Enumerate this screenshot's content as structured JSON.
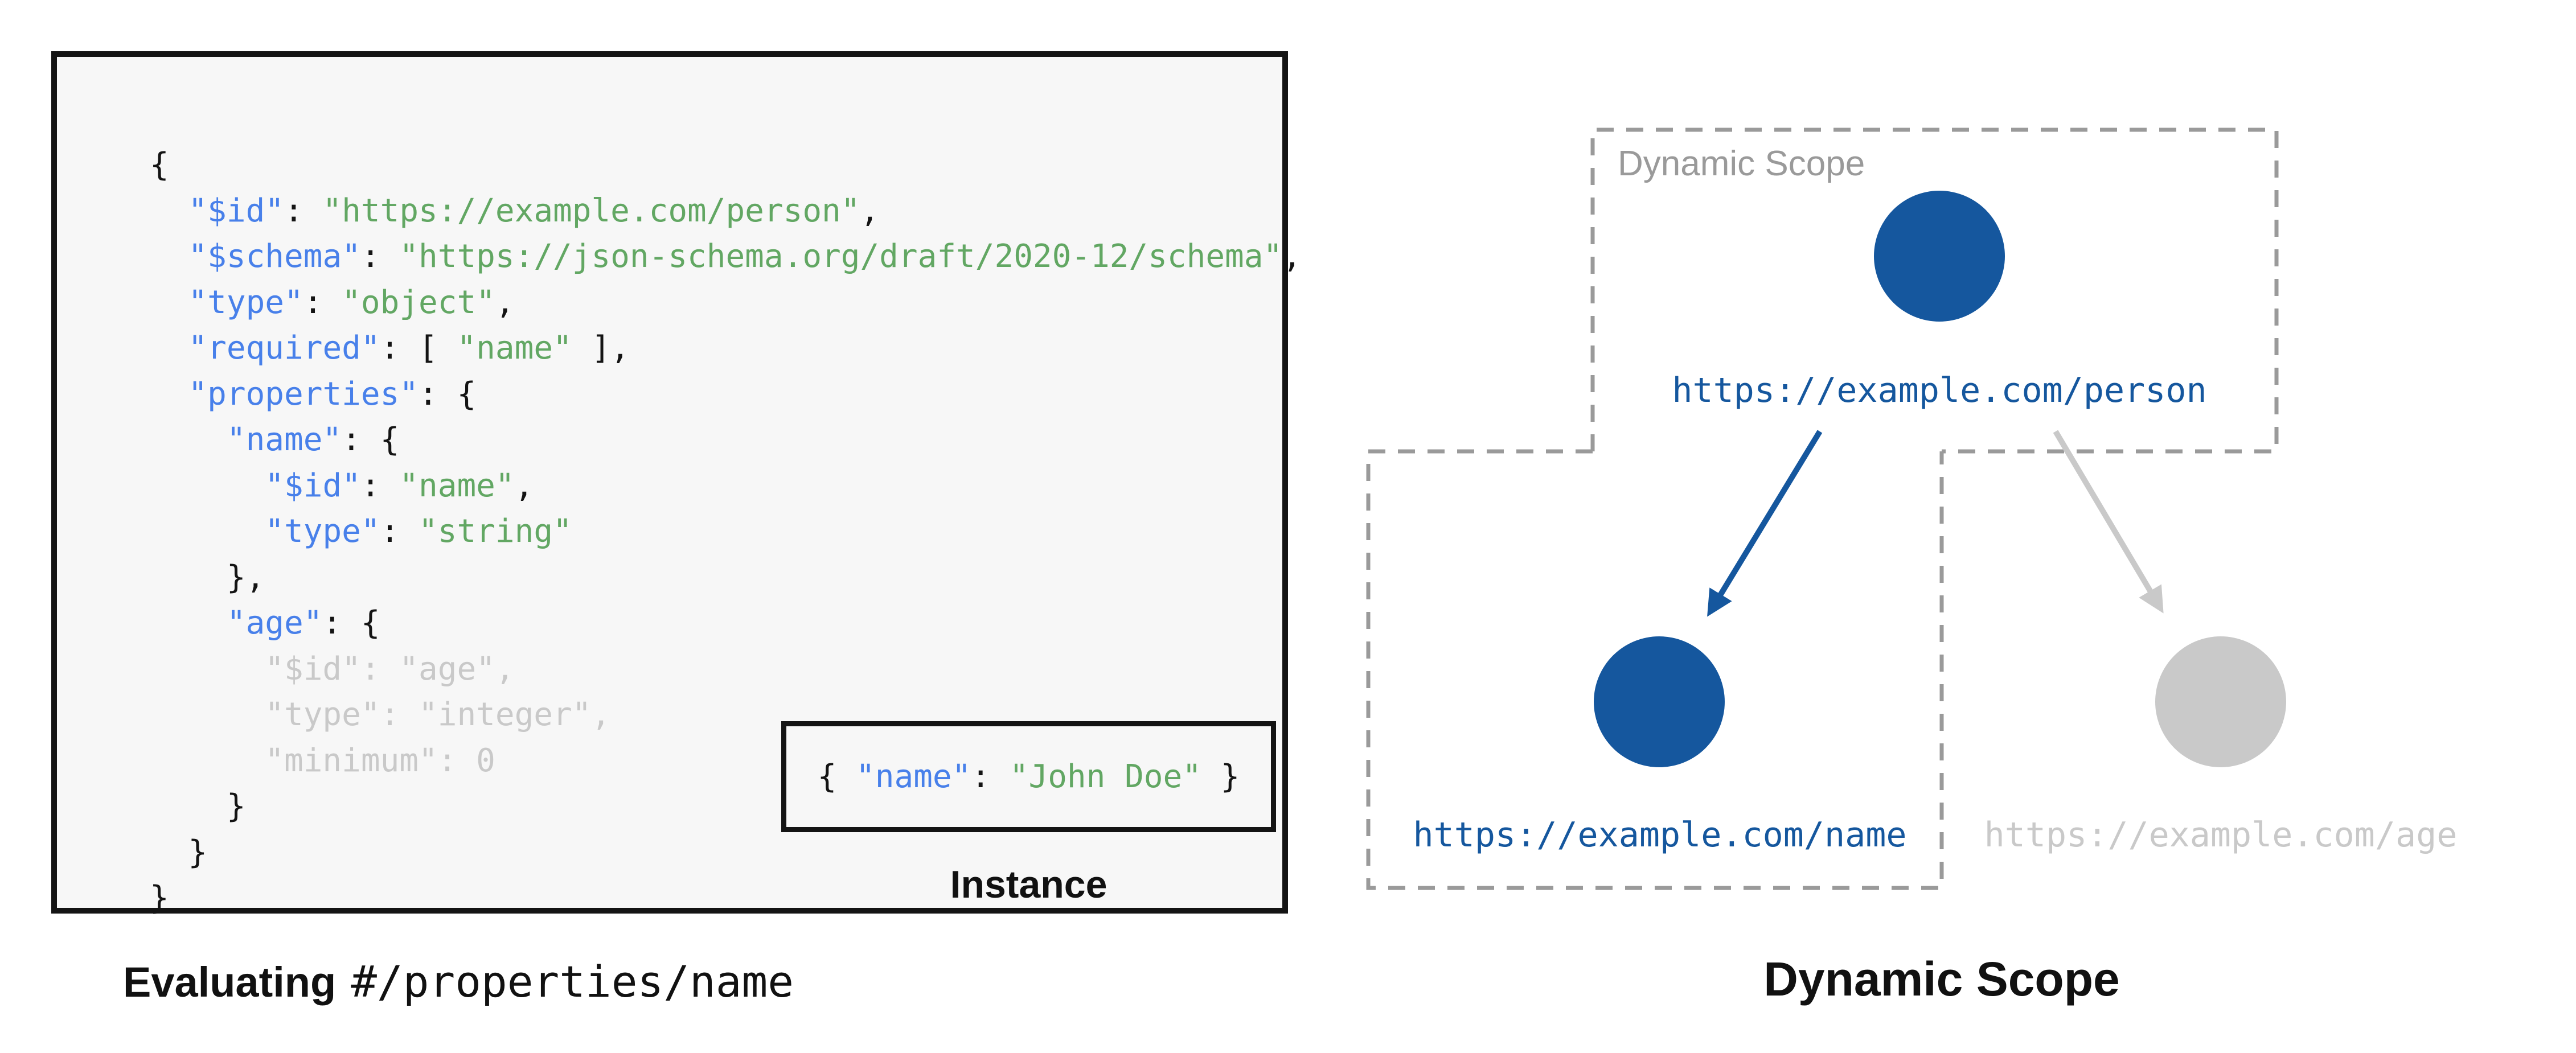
{
  "colors": {
    "panel_bg": "#f7f7f7",
    "code_plain": "#141414",
    "code_key_blue": "#4880ea",
    "code_string_green": "#62a763",
    "code_dim_gray": "#c9c9c9",
    "node_active_blue": "#15579e",
    "node_inactive_gray": "#c9c9c9",
    "dashed_border_gray": "#9a9a9a"
  },
  "schema_panel": {
    "code_lines": [
      [
        {
          "c": "plain",
          "t": "{"
        }
      ],
      [
        {
          "c": "plain",
          "t": "  "
        },
        {
          "c": "key",
          "t": "\"$id\""
        },
        {
          "c": "plain",
          "t": ": "
        },
        {
          "c": "str",
          "t": "\"https://example.com/person\""
        },
        {
          "c": "plain",
          "t": ","
        }
      ],
      [
        {
          "c": "plain",
          "t": "  "
        },
        {
          "c": "key",
          "t": "\"$schema\""
        },
        {
          "c": "plain",
          "t": ": "
        },
        {
          "c": "str",
          "t": "\"https://json-schema.org/draft/2020-12/schema\""
        },
        {
          "c": "plain",
          "t": ","
        }
      ],
      [
        {
          "c": "plain",
          "t": "  "
        },
        {
          "c": "key",
          "t": "\"type\""
        },
        {
          "c": "plain",
          "t": ": "
        },
        {
          "c": "str",
          "t": "\"object\""
        },
        {
          "c": "plain",
          "t": ","
        }
      ],
      [
        {
          "c": "plain",
          "t": "  "
        },
        {
          "c": "key",
          "t": "\"required\""
        },
        {
          "c": "plain",
          "t": ": [ "
        },
        {
          "c": "str",
          "t": "\"name\""
        },
        {
          "c": "plain",
          "t": " ],"
        }
      ],
      [
        {
          "c": "plain",
          "t": "  "
        },
        {
          "c": "key",
          "t": "\"properties\""
        },
        {
          "c": "plain",
          "t": ": {"
        }
      ],
      [
        {
          "c": "plain",
          "t": "    "
        },
        {
          "c": "key",
          "t": "\"name\""
        },
        {
          "c": "plain",
          "t": ": {"
        }
      ],
      [
        {
          "c": "plain",
          "t": "      "
        },
        {
          "c": "key",
          "t": "\"$id\""
        },
        {
          "c": "plain",
          "t": ": "
        },
        {
          "c": "str",
          "t": "\"name\""
        },
        {
          "c": "plain",
          "t": ","
        }
      ],
      [
        {
          "c": "plain",
          "t": "      "
        },
        {
          "c": "key",
          "t": "\"type\""
        },
        {
          "c": "plain",
          "t": ": "
        },
        {
          "c": "str",
          "t": "\"string\""
        }
      ],
      [
        {
          "c": "plain",
          "t": "    },"
        }
      ],
      [
        {
          "c": "plain",
          "t": "    "
        },
        {
          "c": "key",
          "t": "\"age\""
        },
        {
          "c": "plain",
          "t": ": {"
        }
      ],
      [
        {
          "c": "dim",
          "t": "      \"$id\": \"age\","
        }
      ],
      [
        {
          "c": "dim",
          "t": "      \"type\": \"integer\","
        }
      ],
      [
        {
          "c": "dim",
          "t": "      \"minimum\": 0"
        }
      ],
      [
        {
          "c": "plain",
          "t": "    }"
        }
      ],
      [
        {
          "c": "plain",
          "t": "  }"
        }
      ],
      [
        {
          "c": "plain",
          "t": "}"
        }
      ]
    ]
  },
  "instance_box": {
    "tokens": [
      {
        "c": "plain",
        "t": "{ "
      },
      {
        "c": "key",
        "t": "\"name\""
      },
      {
        "c": "plain",
        "t": ": "
      },
      {
        "c": "str",
        "t": "\"John Doe\""
      },
      {
        "c": "plain",
        "t": " }"
      }
    ],
    "label": "Instance"
  },
  "left_caption": {
    "bold": "Evaluating",
    "mono": "#/properties/name"
  },
  "diagram": {
    "scope_box_label": "Dynamic Scope",
    "person_label": "https://example.com/person",
    "name_label": "https://example.com/name",
    "age_label": "https://example.com/age",
    "caption": "Dynamic Scope"
  }
}
